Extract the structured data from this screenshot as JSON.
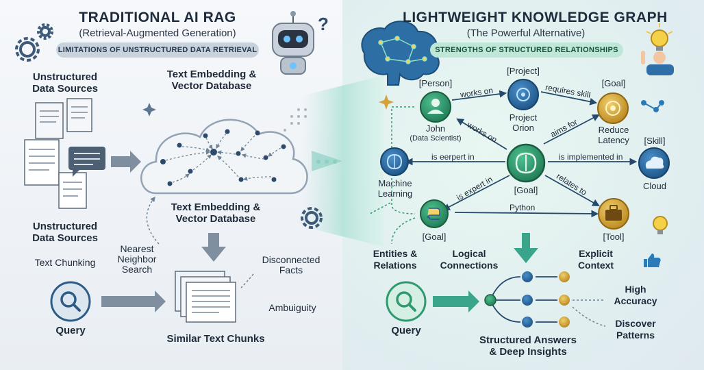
{
  "left": {
    "title": "TRADITIONAL AI RAG",
    "subtitle": "(Retrieval-Augmented Generation)",
    "banner": "LIMITATIONS OF UNSTRUCTURED DATA RETRIEVAL",
    "sources_top": [
      "Unstructured",
      "Data Sources"
    ],
    "embedding_top": [
      "Text Embedding &",
      "Vector Database"
    ],
    "embedding_mid": [
      "Text Embedding &",
      "Vector Database"
    ],
    "sources_bottom": [
      "Unstructured",
      "Data Sources"
    ],
    "text_chunking": "Text Chunking",
    "nearest_neighbor": [
      "Nearest",
      "Neighbor",
      "Search"
    ],
    "disconnected": [
      "Disconnected",
      "Facts"
    ],
    "ambiguity": "Ambuiguity",
    "query": "Query",
    "similar_chunks": "Similar Text Chunks"
  },
  "right": {
    "title": "LIGHTWEIGHT KNOWLEDGE GRAPH",
    "subtitle": "(The Powerful Alternative)",
    "banner": "STRENGTHS OF STRUCTURED RELATIONSHIPS",
    "nodes": {
      "person_tag": "[Person]",
      "john": "John",
      "john_role": "(Data Scientist)",
      "project_tag": "[Project]",
      "project": [
        "Project",
        "Orion"
      ],
      "goal_tag_top": "[Goal]",
      "reduce": [
        "Reduce",
        "Latency"
      ],
      "skill_tag": "[Skill]",
      "cloud": "Cloud",
      "ml": [
        "Machine",
        "Learning"
      ],
      "goal_center": "[Goal]",
      "goal_bottom": "[Goal]",
      "tool_tag": "[Tool]"
    },
    "edges": {
      "works_on_1": "works on",
      "works_on_2": "works on",
      "requires_skill": "requires skill",
      "aims_for": "aims for",
      "expert_1": "is eerpert in",
      "implemented": "is implemented in",
      "expert_2": "is expert in",
      "relates_to": "relates to",
      "python": "Python"
    },
    "entities": [
      "Entities &",
      "Relations"
    ],
    "logical": [
      "Logical",
      "Connections"
    ],
    "explicit": [
      "Explicit",
      "Context"
    ],
    "high_accuracy": [
      "High",
      "Accuracy"
    ],
    "discover": [
      "Discover",
      "Patterns"
    ],
    "query": "Query",
    "structured": [
      "Structured Answers",
      "& Deep Insights"
    ]
  },
  "colors": {
    "node_green": "#2f9a6e",
    "node_blue": "#2b6fa8",
    "node_gold": "#d4a23a",
    "arrow_gray": "#6f8397",
    "arrow_teal": "#3aa58a"
  }
}
